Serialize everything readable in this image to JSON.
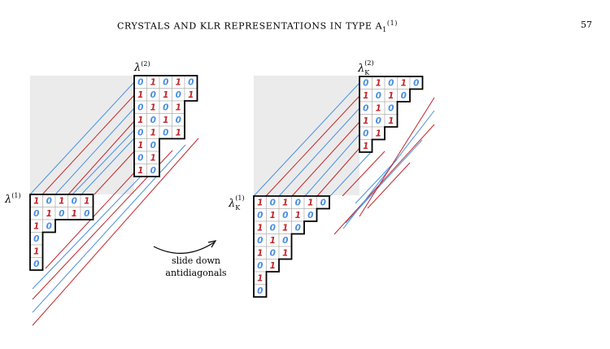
{
  "header": {
    "running_title": "CRYSTALS AND KLR REPRESENTATIONS IN TYPE A",
    "running_title_sub": "1",
    "running_title_sup": "(1)",
    "page_number": "57"
  },
  "figure": {
    "left_diagram": {
      "top_label": "λ",
      "top_label_sup": "(2)",
      "left_label": "λ",
      "left_label_sup": "(1)",
      "top_rows": [
        "01010",
        "10101",
        "0101",
        "1010",
        "0101",
        "10",
        "01",
        "10"
      ],
      "bottom_rows": [
        "10101",
        "01010",
        "10",
        "0",
        "1",
        "0"
      ]
    },
    "right_diagram": {
      "top_label": "λ",
      "top_label_sub": "K",
      "top_label_sup": "(2)",
      "left_label": "λ",
      "left_label_sub": "K",
      "left_label_sup": "(1)",
      "top_rows": [
        "01010",
        "1010",
        "010",
        "101",
        "01",
        "1"
      ],
      "bottom_rows": [
        "101010",
        "01010",
        "1010",
        "010",
        "101",
        "01",
        "1",
        "0"
      ]
    },
    "arrow_caption": [
      "slide down",
      "antidiagonals"
    ],
    "colors": {
      "zero": "#4a90e2",
      "one": "#c0272d",
      "blue_line": "#4a90e2",
      "red_line": "#c0272d",
      "shade": "#ebebeb",
      "grid": "#b5b5b5",
      "border": "#000000"
    }
  }
}
